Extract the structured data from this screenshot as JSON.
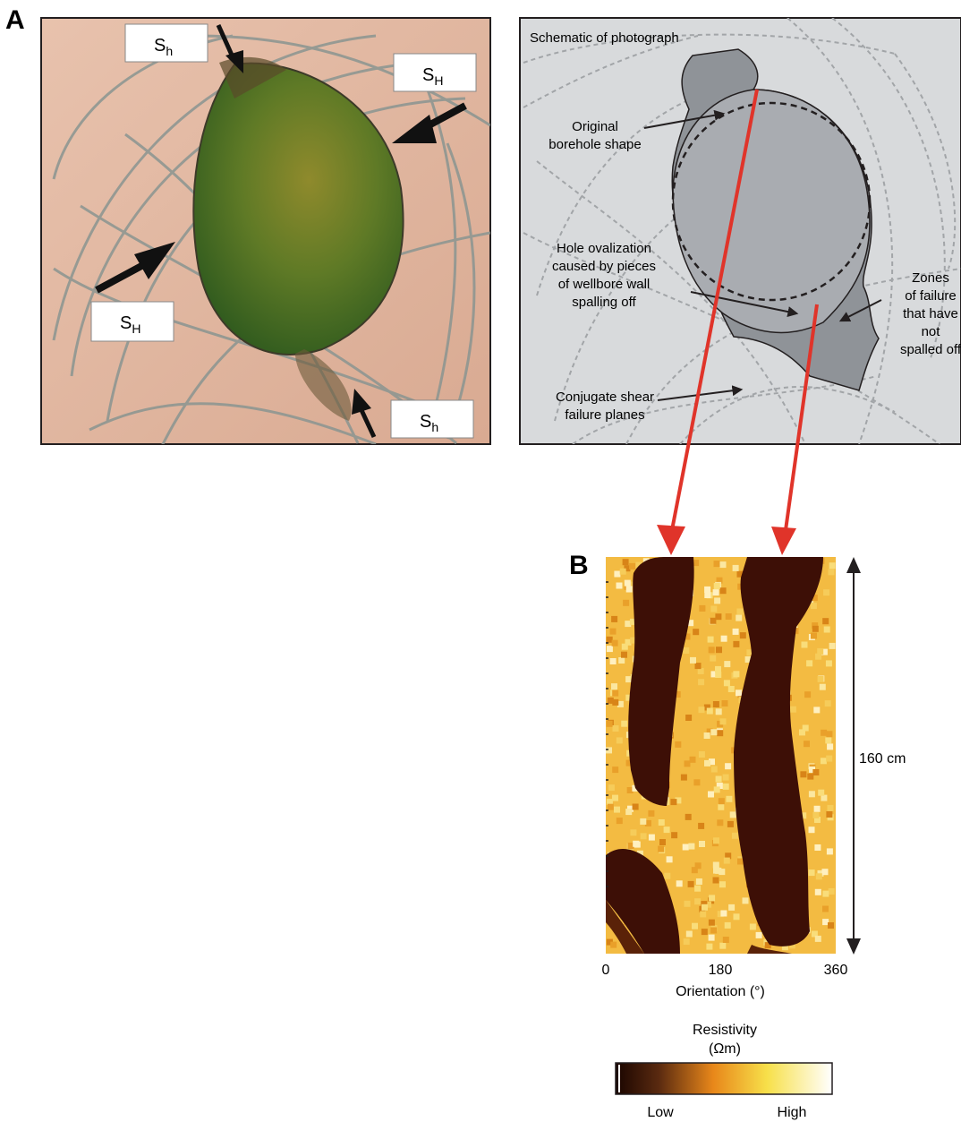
{
  "panel_a": {
    "label": "A",
    "photo": {
      "stress_labels": [
        {
          "main": "S",
          "sub": "h"
        },
        {
          "main": "S",
          "sub": "H"
        },
        {
          "main": "S",
          "sub": "H"
        },
        {
          "main": "S",
          "sub": "h"
        }
      ]
    },
    "schematic": {
      "title": "Schematic of photograph",
      "annotations": {
        "original_shape": [
          "Original",
          "borehole shape"
        ],
        "ovalization": [
          "Hole ovalization",
          "caused by pieces",
          "of wellbore wall",
          "spalling off"
        ],
        "zones": [
          "Zones",
          "of failure",
          "that have",
          "not",
          "spalled off"
        ],
        "conjugate": [
          "Conjugate shear",
          "failure planes"
        ]
      }
    }
  },
  "panel_b": {
    "label": "B",
    "x_ticks": [
      "0",
      "180",
      "360"
    ],
    "x_label": "Orientation (°)",
    "depth_label": "160 cm",
    "colorbar": {
      "title_line1": "Resistivity",
      "title_line2": "(Ωm)",
      "low": "Low",
      "high": "High"
    }
  },
  "colors": {
    "arrow_red": "#e0342a",
    "schematic_bg": "#d8dadc",
    "dark_band": "#3d0f06",
    "light_band": "#f7c34a"
  }
}
